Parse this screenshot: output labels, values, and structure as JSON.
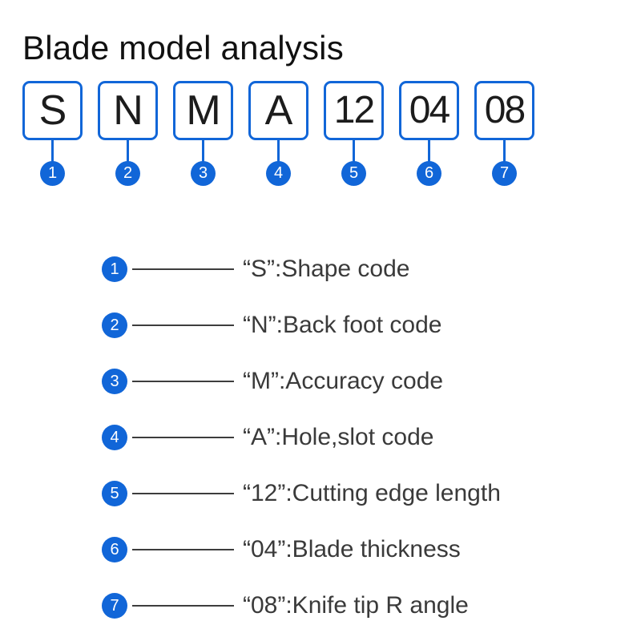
{
  "title": "Blade model analysis",
  "accent_color": "#1166d8",
  "text_color": "#3a3a3a",
  "title_color": "#111111",
  "line_color": "#3d3d3d",
  "code_row": {
    "boxes": [
      {
        "value": "S",
        "badge": "1"
      },
      {
        "value": "N",
        "badge": "2"
      },
      {
        "value": "M",
        "badge": "3"
      },
      {
        "value": "A",
        "badge": "4"
      },
      {
        "value": "12",
        "badge": "5"
      },
      {
        "value": "04",
        "badge": "6"
      },
      {
        "value": "08",
        "badge": "7"
      }
    ]
  },
  "legend": {
    "rows": [
      {
        "badge": "1",
        "text": "“S”:Shape code"
      },
      {
        "badge": "2",
        "text": "“N”:Back foot code"
      },
      {
        "badge": "3",
        "text": "“M”:Accuracy code"
      },
      {
        "badge": "4",
        "text": "“A”:Hole,slot code"
      },
      {
        "badge": "5",
        "text": "“12”:Cutting edge length"
      },
      {
        "badge": "6",
        "text": "“04”:Blade thickness"
      },
      {
        "badge": "7",
        "text": "“08”:Knife tip R angle"
      }
    ]
  }
}
